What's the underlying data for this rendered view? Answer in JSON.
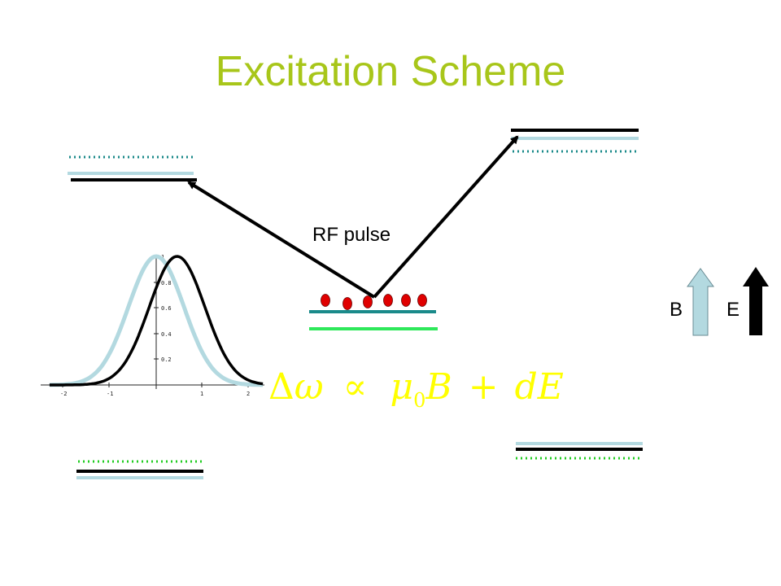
{
  "title": "Excitation Scheme",
  "rf_label": "RF pulse",
  "b_label": "B",
  "e_label": "E",
  "formula": {
    "delta": "Δ",
    "omega": "ω",
    "propto": "∝",
    "mu": "μ",
    "sub": "0",
    "b": "B",
    "plus": "+",
    "d": "d",
    "e": "E"
  },
  "plot": {
    "x_ticks": [
      "-2",
      "-1",
      "1",
      "2"
    ],
    "y_ticks": [
      "1",
      "0.8",
      "0.6",
      "0.4",
      "0.2"
    ]
  },
  "colors": {
    "title": "#a8c61a",
    "level_black": "#000000",
    "level_lightblue": "#b3d9e0",
    "level_teal": "#1a8a8a",
    "level_green": "#2ee85a",
    "dot_teal": "#2aa7a7",
    "dot_green": "#22cc22",
    "particle": "#e00000",
    "formula": "#ffff00"
  }
}
